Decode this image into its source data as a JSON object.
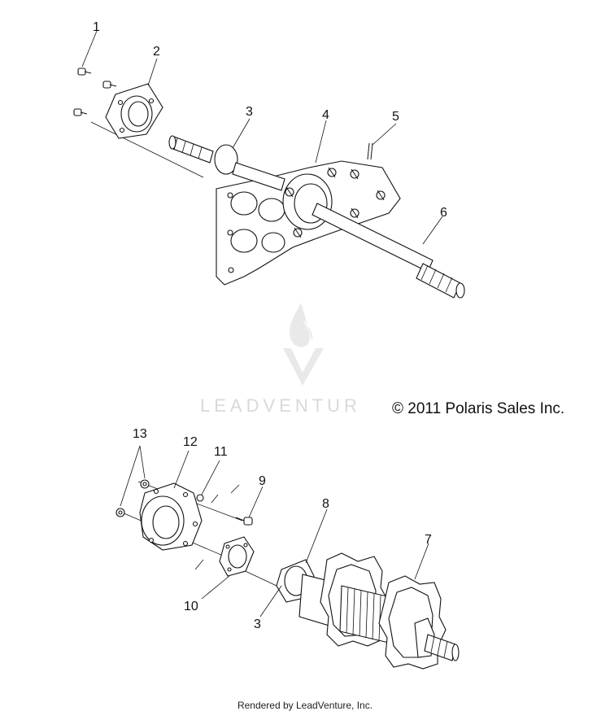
{
  "watermark": {
    "text": "LEADVENTUR"
  },
  "copyright": "© 2011 Polaris Sales Inc.",
  "footer": "Rendered by LeadVenture, Inc.",
  "callouts": [
    "1",
    "2",
    "3",
    "4",
    "5",
    "6",
    "13",
    "12",
    "11",
    "9",
    "8",
    "7",
    "10",
    "3"
  ]
}
